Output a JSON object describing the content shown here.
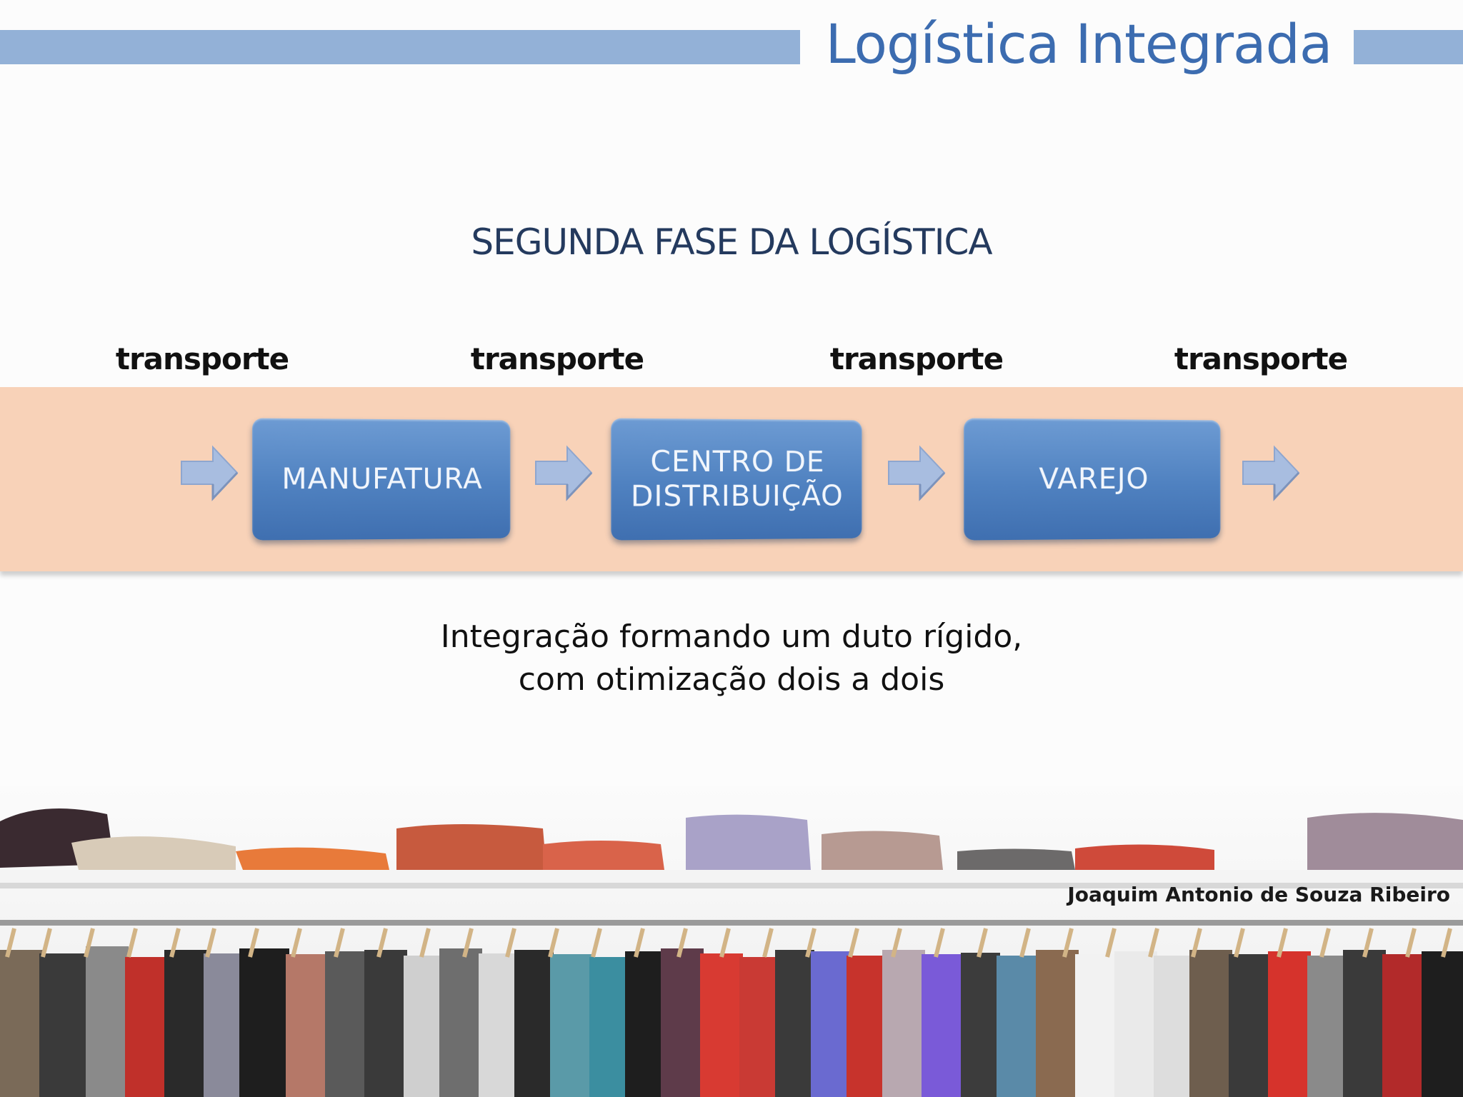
{
  "header": {
    "title": "Logística Integrada",
    "bar_color": "#93b1d7",
    "title_color": "#3c6cb0"
  },
  "subtitle": "SEGUNDA FASE DA LOGÍSTICA",
  "transport_labels": [
    "transporte",
    "transporte",
    "transporte",
    "transporte"
  ],
  "flow": {
    "band_color": "#f8d2b8",
    "stages": [
      {
        "line1": "MANUFATURA",
        "line2": ""
      },
      {
        "line1": "CENTRO DE",
        "line2": "DISTRIBUIÇÃO"
      },
      {
        "line1": "VAREJO",
        "line2": ""
      }
    ],
    "stage_color": "#4f81c0",
    "arrow_color": "#a8bde0",
    "arrow_icon": "right-arrow-icon"
  },
  "caption": {
    "line1": "Integração formando um duto rígido,",
    "line2": "com otimização dois a dois"
  },
  "author": "Joaquim Antonio de Souza Ribeiro",
  "background_image": "clothing-store-shelf-and-rack-photo"
}
